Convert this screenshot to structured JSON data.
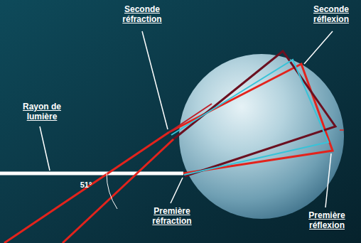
{
  "diagram": {
    "labels": [
      "Seconde réfraction",
      "Seconde réflexion",
      "Rayon de lumière",
      "51°",
      "Première réfraction",
      "Première réflexion"
    ]
  }
}
